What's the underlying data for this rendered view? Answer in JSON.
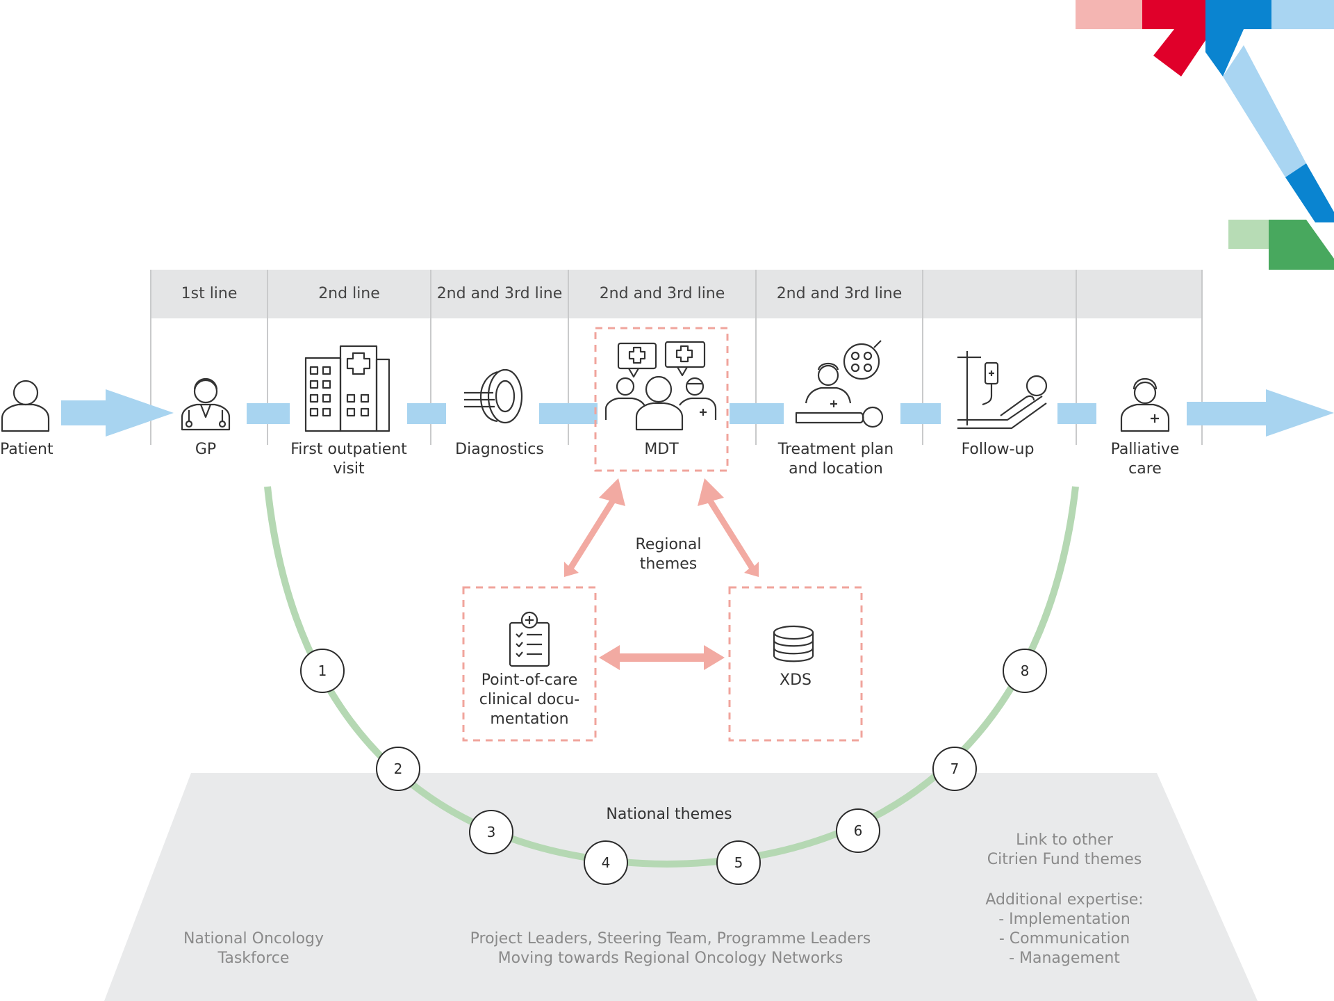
{
  "header": {
    "columns": [
      "1st line",
      "2nd line",
      "2nd and 3rd line",
      "2nd and 3rd line",
      "2nd and 3rd line",
      "",
      ""
    ]
  },
  "steps": [
    {
      "label": "Patient",
      "icon": "person-icon"
    },
    {
      "label": "GP",
      "icon": "doctor-icon"
    },
    {
      "label": "First outpatient\nvisit",
      "icon": "hospital-icon"
    },
    {
      "label": "Diagnostics",
      "icon": "scanner-icon"
    },
    {
      "label": "MDT",
      "icon": "team-discussion-icon"
    },
    {
      "label": "Treatment plan\nand location",
      "icon": "surgery-icon"
    },
    {
      "label": "Follow-up",
      "icon": "hospital-bed-icon"
    },
    {
      "label": "Palliative\ncare",
      "icon": "nurse-icon"
    }
  ],
  "regional": {
    "title": "Regional\nthemes",
    "documentation": "Point-of-care\nclinical docu-\nmentation",
    "xds": "XDS"
  },
  "national": {
    "title": "National themes",
    "nodes": [
      "1",
      "2",
      "3",
      "4",
      "5",
      "6",
      "7",
      "8"
    ],
    "taskforce": "National Oncology\nTaskforce",
    "leaders": "Project Leaders, Steering Team, Programme Leaders\nMoving towards Regional Oncology Networks",
    "link": "Link to other\nCitrien Fund themes",
    "expertise": "Additional expertise:\n- Implementation\n- Communication\n- Management"
  },
  "colors": {
    "flow_arrow": "#a8d4f0",
    "regional_box": "#f0a49c",
    "regional_arrow": "#f2aaa2",
    "arc": "#b5d8b3",
    "platform": "#e9eaeb",
    "header_band": "#e4e5e6",
    "logo_pink": "#f4b5b2",
    "logo_red": "#e0002a",
    "logo_blue": "#0a84d0",
    "logo_lightblue": "#a9d5f2",
    "logo_lightgreen": "#b7dcb5",
    "logo_green": "#48a85e"
  }
}
